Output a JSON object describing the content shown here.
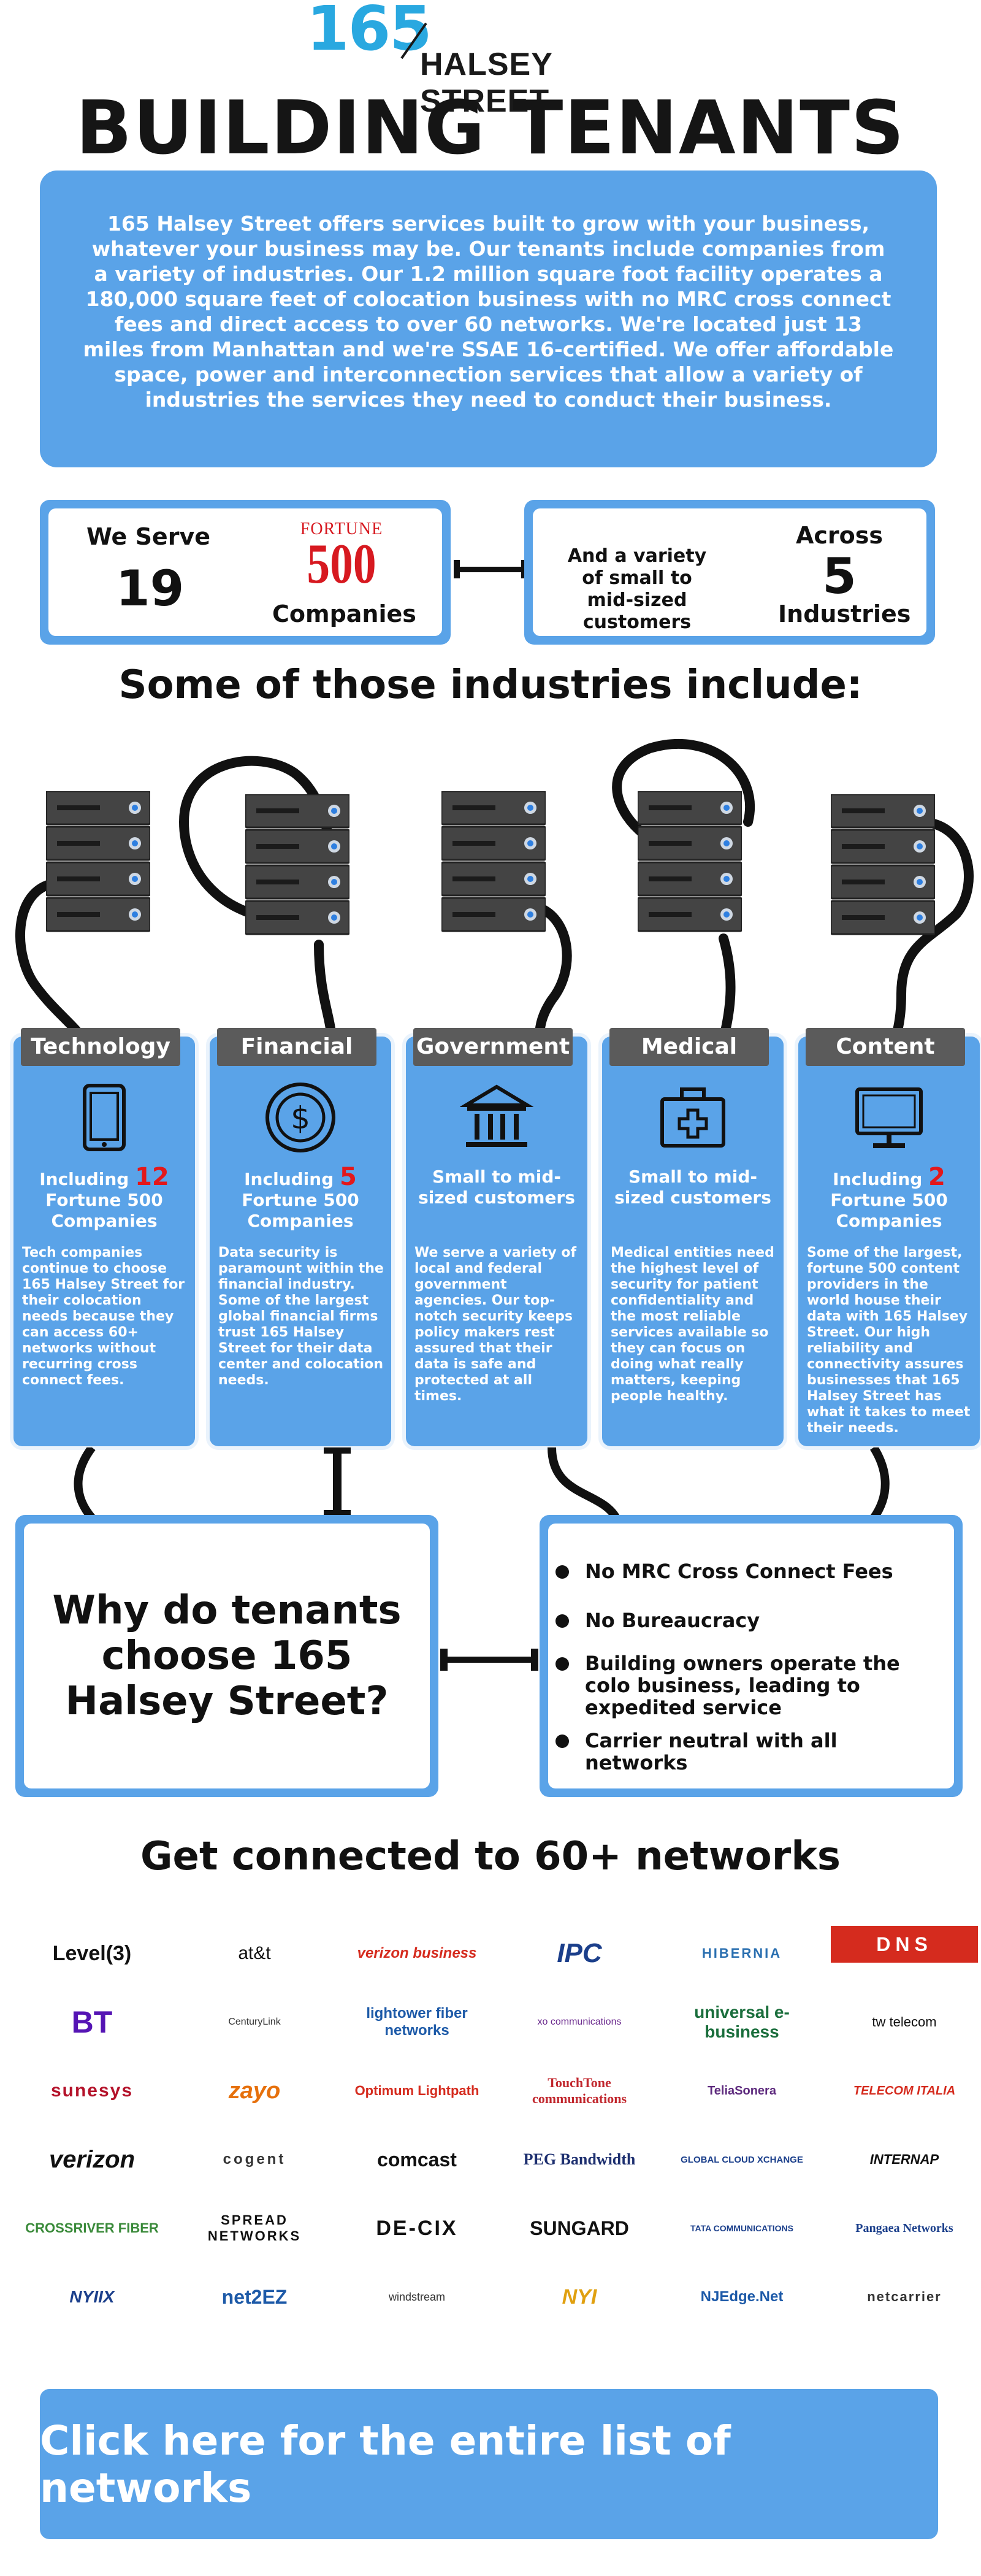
{
  "header": {
    "logo_number": "165",
    "logo_street": "HALSEY STREET",
    "title": "BUILDING TENANTS"
  },
  "intro": {
    "text": "165 Halsey Street offers services built to grow with your business, whatever your business may be. Our tenants include companies from a variety of industries. Our 1.2 million square foot facility operates a 180,000 square feet of colocation business  with no MRC cross connect fees and direct access to over 60 networks. We're located just 13 miles from Manhattan and we're SSAE 16-certified. We offer affordable space, power and interconnection services that allow a variety of industries the services they need to conduct their business."
  },
  "stats": {
    "left": {
      "we_serve": "We Serve",
      "number": "19",
      "fortune_word": "FORTUNE",
      "fortune_num": "500",
      "companies": "Companies"
    },
    "right": {
      "variety": "And a variety of small to mid-sized customers",
      "across": "Across",
      "number": "5",
      "industries": "Industries"
    }
  },
  "industries_title": "Some of those industries include:",
  "industries": [
    {
      "tab": "Technology",
      "icon": "tablet-icon",
      "head_pre": "Including",
      "head_num": "12",
      "head_post": "Fortune 500 Companies",
      "desc": "Tech companies continue to choose 165 Halsey Street for their colocation needs because they can access 60+ networks without recurring cross connect fees."
    },
    {
      "tab": "Financial",
      "icon": "dollar-icon",
      "head_pre": "Including",
      "head_num": "5",
      "head_post": "Fortune 500 Companies",
      "desc": "Data security is paramount within the financial industry. Some of the largest global financial firms trust 165 Halsey Street for their data center and colocation needs."
    },
    {
      "tab": "Government",
      "icon": "government-building-icon",
      "head_pre": "",
      "head_num": "",
      "head_post": "Small to mid-sized customers",
      "desc": "We serve a variety of local and federal government agencies. Our top-notch security keeps policy makers rest assured that their data is safe and protected at all times."
    },
    {
      "tab": "Medical",
      "icon": "medical-kit-icon",
      "head_pre": "",
      "head_num": "",
      "head_post": "Small to mid-sized customers",
      "desc": "Medical entities need the highest level of security for patient confidentiality and the most reliable services available so they can focus on doing what really matters, keeping people healthy."
    },
    {
      "tab": "Content",
      "icon": "monitor-icon",
      "head_pre": "Including",
      "head_num": "2",
      "head_post": "Fortune 500 Companies",
      "desc": "Some of the largest, fortune 500 content providers in the world house their data with 165 Halsey Street. Our high reliability and connectivity assures businesses that 165 Halsey Street has what it takes to meet their needs."
    }
  ],
  "why": {
    "question": "Why do tenants choose 165 Halsey Street?",
    "reasons": [
      "No MRC Cross Connect Fees",
      "No Bureaucracy",
      "Building owners operate the colo business, leading to expedited service",
      "Carrier neutral with all networks"
    ]
  },
  "networks_title": "Get connected to 60+ networks",
  "networks": [
    [
      "Level(3)",
      "at&t",
      "verizon business",
      "IPC",
      "HIBERNIA",
      "DNS"
    ],
    [
      "BT",
      "CenturyLink",
      "lightower fiber networks",
      "xo communications",
      "universal e-business",
      "tw telecom"
    ],
    [
      "sunesys",
      "zayo",
      "Optimum Lightpath",
      "TouchTone communications",
      "TeliaSonera",
      "TELECOM ITALIA"
    ],
    [
      "verizon",
      "cogent",
      "comcast",
      "PEG Bandwidth",
      "GLOBAL CLOUD XCHANGE",
      "INTERNAP"
    ],
    [
      "CROSSRIVER FIBER",
      "SPREAD NETWORKS",
      "DE-CIX",
      "SUNGARD",
      "TATA COMMUNICATIONS",
      "Pangaea Networks"
    ],
    [
      "NYIIX",
      "net2EZ",
      "windstream",
      "NYI",
      "NJEdge.Net",
      "netcarrier"
    ]
  ],
  "cta": "Click here for the entire list of networks",
  "colors": {
    "accent": "#5aa3e8",
    "logo_blue": "#29a8e0",
    "tab_gray": "#5b5b5b",
    "fortune_red": "#d71920"
  }
}
